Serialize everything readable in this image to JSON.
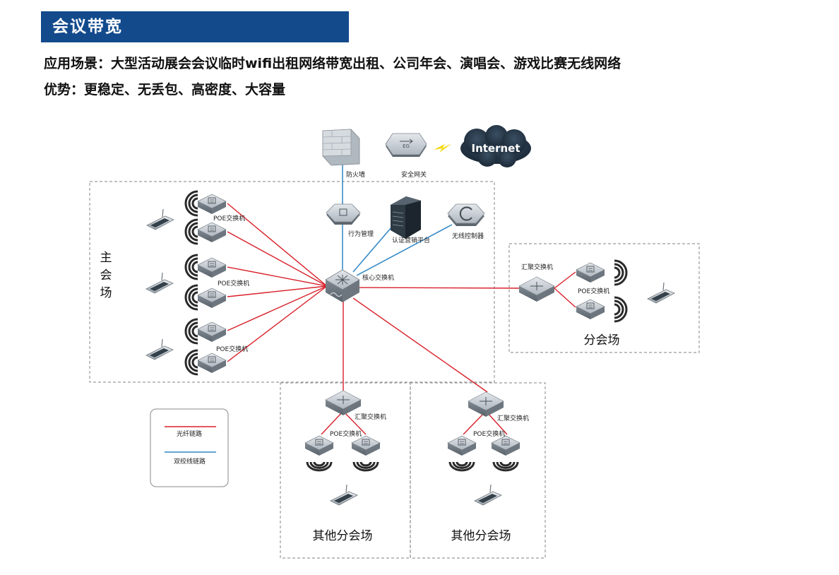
{
  "header": {
    "title": "会议带宽"
  },
  "intro": {
    "scenario": "应用场景：大型活动展会会议临时wifi出租网络带宽出租、公司年会、演唱会、游戏比赛无线网络",
    "advantages": "优势：更稳定、无丢包、高密度、大容量"
  },
  "diagram": {
    "internet": "Internet",
    "firewall": "防火墙",
    "gateway": "安全网关",
    "gateway_badge": "EG",
    "behavior_mgmt": "行为管理",
    "auth_platform": "认证营销平台",
    "wireless_controller": "无线控制器",
    "core_switch": "核心交换机",
    "poe_switch": "POE交换机",
    "aggregation_switch": "汇聚交换机",
    "main_venue": [
      "主",
      "会",
      "场"
    ],
    "sub_venue": "分会场",
    "other_sub_venue": "其他分会场",
    "legend": {
      "fiber": "光纤链路",
      "twisted_pair": "双绞线链路"
    },
    "colors": {
      "fiber": "#d9202a",
      "twisted_pair": "#2f86c4",
      "header": "#124a8c"
    }
  }
}
